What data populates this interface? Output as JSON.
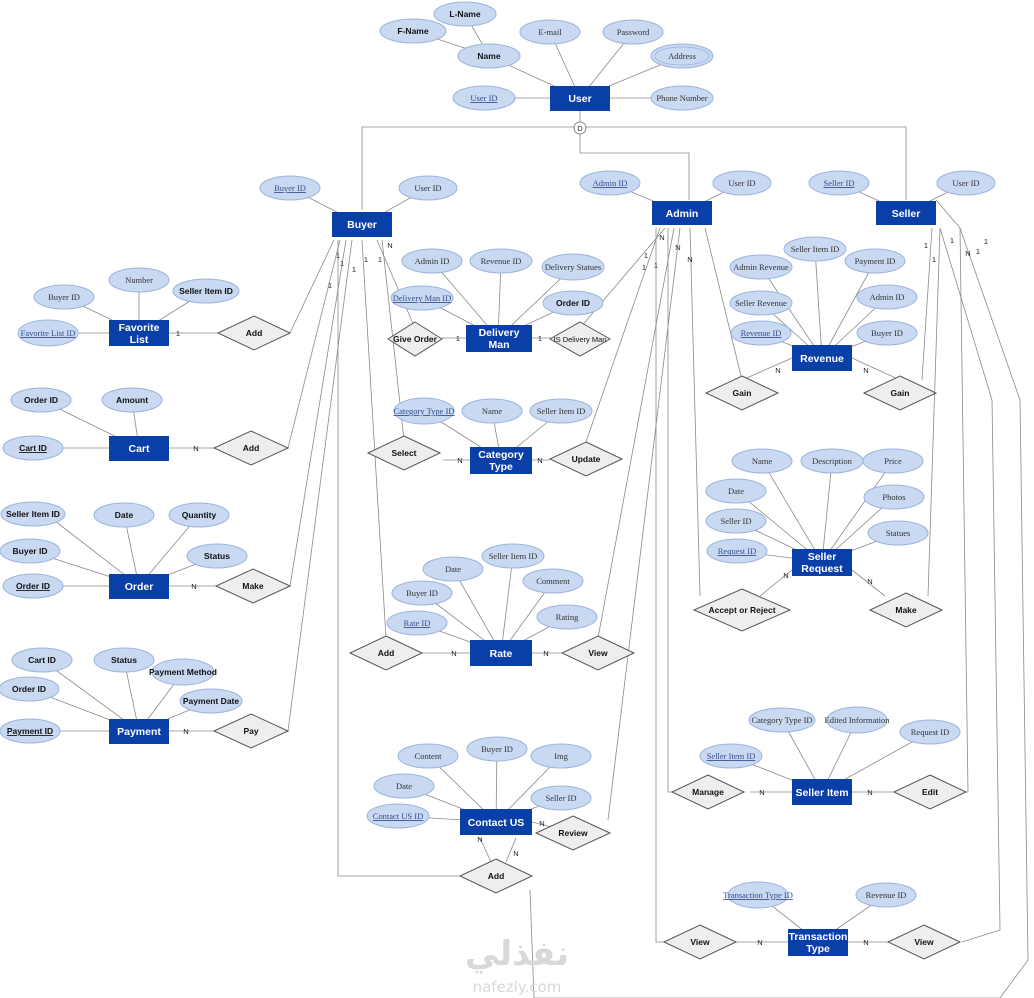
{
  "entities": {
    "user": "User",
    "buyer": "Buyer",
    "admin": "Admin",
    "seller": "Seller",
    "favorite_list": [
      "Favorite",
      "List"
    ],
    "cart": "Cart",
    "order": "Order",
    "payment": "Payment",
    "delivery_man": [
      "Delivery",
      "Man"
    ],
    "category_type": [
      "Category",
      "Type"
    ],
    "rate": "Rate",
    "contact_us": "Contact US",
    "revenue": "Revenue",
    "seller_request": [
      "Seller",
      "Request"
    ],
    "seller_item": "Seller Item",
    "transaction_type": [
      "Transaction",
      "Type"
    ]
  },
  "attributes": {
    "user": [
      "F-Name",
      "L-Name",
      "Name",
      "E-mail",
      "Password",
      "Address",
      "User ID",
      "Phone Number"
    ],
    "buyer": [
      "Buyer ID",
      "User ID"
    ],
    "admin": [
      "Admin ID",
      "User ID"
    ],
    "seller": [
      "Seller ID",
      "User ID"
    ],
    "favorite_list": [
      "Number",
      "Buyer ID",
      "Seller Item ID",
      "Favorite List ID"
    ],
    "cart": [
      "Order ID",
      "Amount",
      "Cart ID"
    ],
    "order": [
      "Seller Item ID",
      "Date",
      "Quantity",
      "Buyer ID",
      "Status",
      "Order ID"
    ],
    "payment": [
      "Cart ID",
      "Status",
      "Payment Method",
      "Order ID",
      "Payment Date",
      "Payment ID"
    ],
    "delivery_man": [
      "Admin ID",
      "Revenue ID",
      "Delivery Statues",
      "Delivery Man ID",
      "Order ID"
    ],
    "category_type": [
      "Category Type ID",
      "Name",
      "Seller Item ID"
    ],
    "rate": [
      "Date",
      "Seller Item ID",
      "Comment",
      "Buyer ID",
      "Rating",
      "Rate ID"
    ],
    "contact_us": [
      "Content",
      "Buyer ID",
      "Img",
      "Date",
      "Seller ID",
      "Contact US ID"
    ],
    "revenue": [
      "Seller Item ID",
      "Admin Revenue",
      "Payment ID",
      "Seller Revenue",
      "Admin ID",
      "Revenue ID",
      "Buyer ID"
    ],
    "seller_request": [
      "Name",
      "Description",
      "Price",
      "Date",
      "Photos",
      "Seller ID",
      "Statues",
      "Request ID"
    ],
    "seller_item": [
      "Category Type ID",
      "Edited Information",
      "Request ID",
      "Seller Item ID"
    ],
    "transaction_type": [
      "Transaction Type ID",
      "Revenue ID"
    ]
  },
  "relationships": {
    "add_fav": "Add",
    "add_cart": "Add",
    "make_order": "Make",
    "pay": "Pay",
    "give_order": "Give Order",
    "is_delivery_man": "IS Delivery Man",
    "select": "Select",
    "update": "Update",
    "add_rate": "Add",
    "view_rate": "View",
    "review": "Review",
    "add_contact": "Add",
    "gain_admin": "Gain",
    "gain_seller": "Gain",
    "accept_or_reject": "Accept or Reject",
    "make_request": "Make",
    "manage": "Manage",
    "edit": "Edit",
    "view_admin": "View",
    "view_seller": "View"
  },
  "cardinality": {
    "one": "1",
    "many": "N",
    "disjoint": "D"
  },
  "watermark": {
    "arabic": "نفذلي",
    "site": "nafezly.com"
  }
}
